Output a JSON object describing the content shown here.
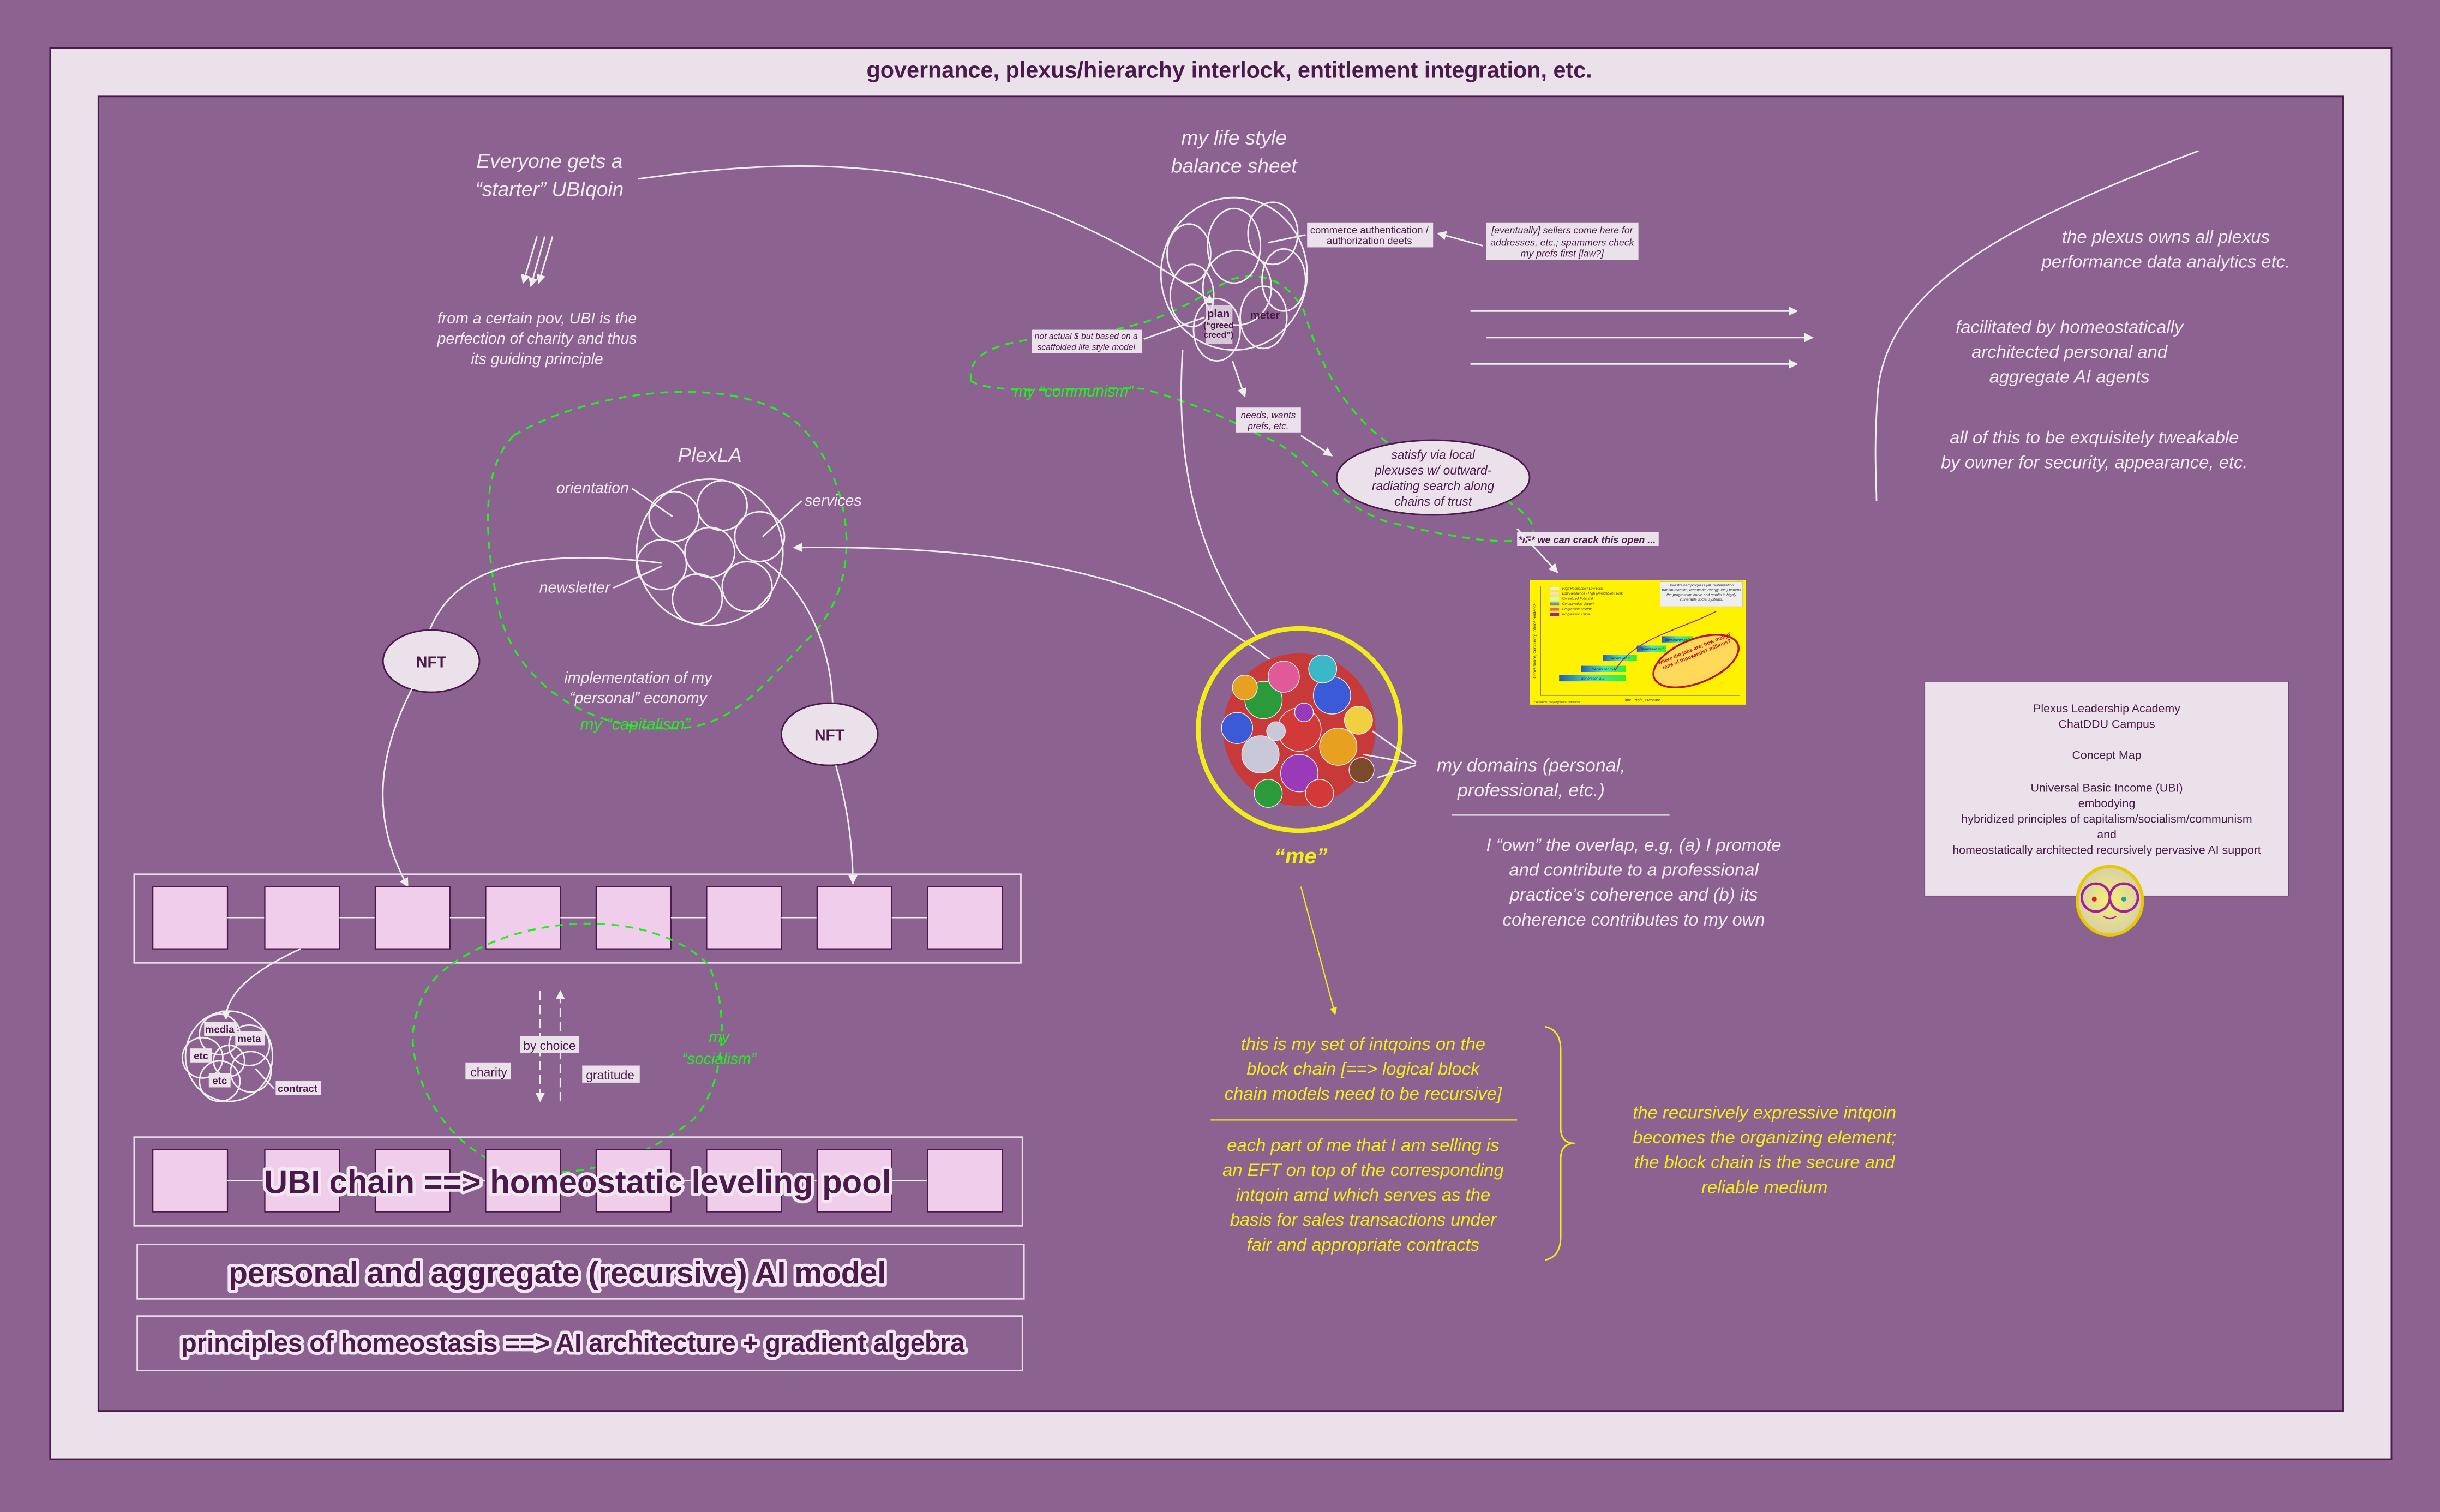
{
  "title": "governance, plexus/hierarchy interlock, entitlement integration, etc.",
  "left": {
    "starter": [
      "Everyone gets a",
      "“starter” UBIqoin"
    ],
    "pov": [
      "from a certain pov, UBI is the",
      "perfection of charity and thus",
      "its guiding principle"
    ],
    "plexla": {
      "title": "PlexLA",
      "orientation": "orientation",
      "services": "services",
      "newsletter": "newsletter"
    },
    "nft1": "NFT",
    "nft2": "NFT",
    "economy": [
      "implementation of my",
      "“personal” economy"
    ],
    "capitalism": "my “capitalism”",
    "small_plexus": {
      "media": "media",
      "meta": "meta",
      "etc1": "etc",
      "etc2": "etc",
      "contract": "contract"
    },
    "socialism": {
      "by_choice": "by choice",
      "charity": "charity",
      "gratitude": "gratitude",
      "label": [
        "my",
        "“socialism”"
      ]
    }
  },
  "layers": {
    "ubi_chain": "UBI chain ==> homeostatic leveling pool",
    "ai_model": "personal and aggregate (recursive) AI model",
    "homeostasis": "principles of homeostasis ==> AI architecture + gradient algebra"
  },
  "center": {
    "balance_sheet": [
      "my life style",
      "balance sheet"
    ],
    "commerce": [
      "commerce authentication /",
      "authorization deets"
    ],
    "sellers": [
      "[eventually] sellers come here for",
      "addresses, etc.; spammers check",
      "my prefs first [law?]"
    ],
    "plan": [
      "plan",
      "(“greed",
      "creed”)"
    ],
    "meter": "meter",
    "not_actual": [
      "not actual $ but based on a",
      "scaffolded life style model"
    ],
    "communism": "my “communism”",
    "needs": [
      "needs, wants",
      "prefs, etc."
    ],
    "satisfy": [
      "satisfy via local",
      "plexuses w/ outward-",
      "radiating search along",
      "chains of trust"
    ],
    "crack": "*IF* we can crack this open ...",
    "me": "“me”",
    "domains": [
      "my domains (personal,",
      "professional, etc.)"
    ],
    "own": [
      "I “own” the overlap, e.g, (a) I promote",
      "and contribute to a professional",
      "practice’s coherence and (b) its",
      "coherence contributes to my own"
    ],
    "intqoins": [
      "this is my set of intqoins on the",
      "block chain [==> logical block",
      "chain models need to be recursive]"
    ],
    "eft": [
      "each part of me that I am selling is",
      "an EFT on top of the corresponding",
      "intqoin amd which serves as the",
      "basis for sales transactions under",
      "fair and appropriate contracts"
    ],
    "recursive": [
      "the recursively expressive intqoin",
      "becomes the organizing element;",
      "the block chain is the secure and",
      "reliable medium"
    ]
  },
  "embedded_chart": {
    "legend": [
      "High Resilience / Low Risk",
      "Low Resilience / High (Avoidable?) Risk",
      "Unrealized Potential",
      "Conservative Vector*",
      "Progressive Vector*",
      "Progression Curve"
    ],
    "note": "Unrestrained progress (AI, globalization, transhumanism, renewable energy, etc.) flattens the progression curve and results in highly vulnerable social systems.",
    "bars": [
      "Generation x-2",
      "Generation x-1",
      "Generation x",
      "Generation x+1",
      "Generation x+2"
    ],
    "ylabel": "Convenience, Complexity, Interdependence",
    "xlabel": "Time, Profit, Pressure",
    "oval": "where the jobs are; how many? tens of thousands? millions?",
    "footnote": "* Apolitical, nonjudgmental definitions"
  },
  "right": {
    "owns": [
      "the plexus owns all plexus",
      "performance data analytics etc."
    ],
    "facilitated": [
      "facilitated by homeostatically",
      "architected personal and",
      "aggregate AI agents"
    ],
    "tweakable": [
      "all of this to be exquisitely tweakable",
      "by owner for security, appearance, etc."
    ],
    "card": [
      "Plexus Leadership Academy",
      "ChatDDU Campus",
      "Concept Map",
      "Universal Basic Income (UBI)",
      "embodying",
      "hybridized principles of capitalism/socialism/communism",
      "and",
      "homeostatically architected recursively pervasive AI support"
    ]
  },
  "colors": {
    "bg": "#8b6290",
    "frame": "#ebe1ea",
    "dark": "#4a1a4a",
    "green": "#22ee22",
    "yellow": "#f2ec1a"
  }
}
